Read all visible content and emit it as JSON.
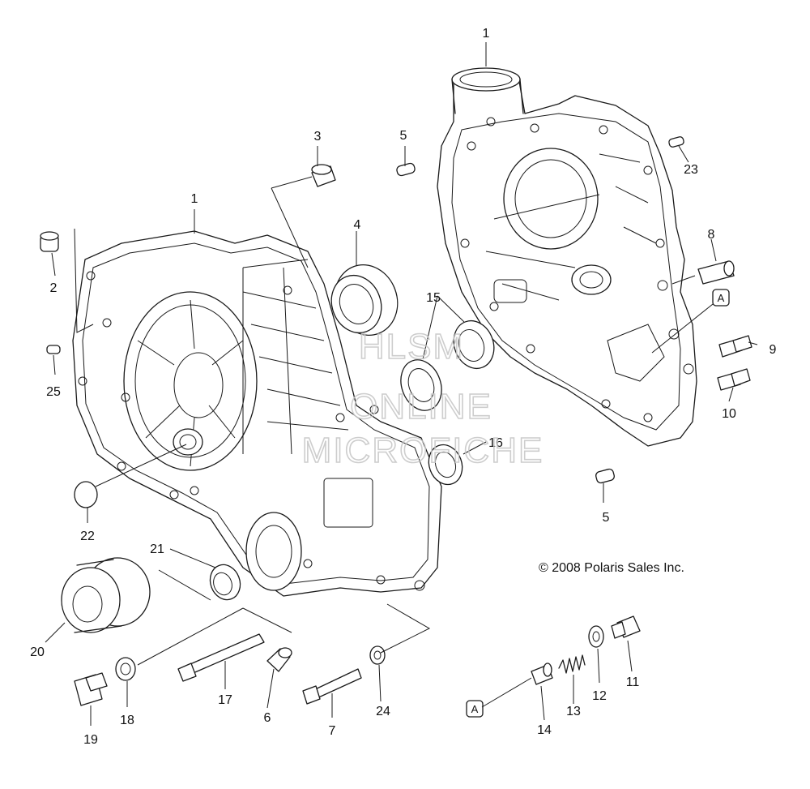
{
  "copyright": "© 2008  Polaris Sales Inc.",
  "watermark": [
    "HLSM",
    "ONLINE",
    "MICROFICHE"
  ],
  "reference_marker": "A",
  "callouts": [
    {
      "id": "c1a",
      "text": "1"
    },
    {
      "id": "c1b",
      "text": "1"
    },
    {
      "id": "c2",
      "text": "2"
    },
    {
      "id": "c3",
      "text": "3"
    },
    {
      "id": "c4",
      "text": "4"
    },
    {
      "id": "c5a",
      "text": "5"
    },
    {
      "id": "c5b",
      "text": "5"
    },
    {
      "id": "c6",
      "text": "6"
    },
    {
      "id": "c7",
      "text": "7"
    },
    {
      "id": "c8",
      "text": "8"
    },
    {
      "id": "c9",
      "text": "9"
    },
    {
      "id": "c10",
      "text": "10"
    },
    {
      "id": "c11",
      "text": "11"
    },
    {
      "id": "c12",
      "text": "12"
    },
    {
      "id": "c13",
      "text": "13"
    },
    {
      "id": "c14",
      "text": "14"
    },
    {
      "id": "c15",
      "text": "15"
    },
    {
      "id": "c16",
      "text": "16"
    },
    {
      "id": "c17",
      "text": "17"
    },
    {
      "id": "c18",
      "text": "18"
    },
    {
      "id": "c19",
      "text": "19"
    },
    {
      "id": "c20",
      "text": "20"
    },
    {
      "id": "c21",
      "text": "21"
    },
    {
      "id": "c22",
      "text": "22"
    },
    {
      "id": "c23",
      "text": "23"
    },
    {
      "id": "c24",
      "text": "24"
    },
    {
      "id": "c25",
      "text": "25"
    }
  ]
}
